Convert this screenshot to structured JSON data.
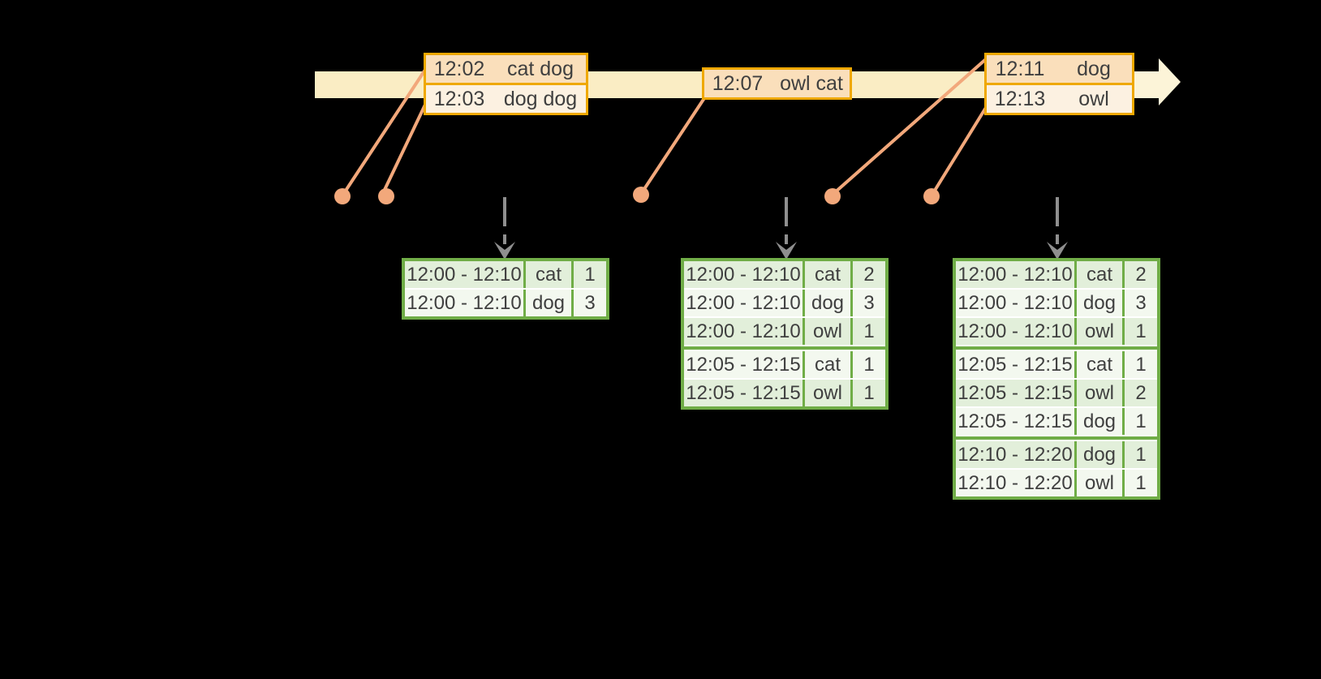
{
  "canvas": {
    "background": "#000000"
  },
  "colors": {
    "timeline_band": "#FAEDC4",
    "timeline_head": "#FCF4D8",
    "event_table_border": "#EFA800",
    "event_row_peach": "#FADFBB",
    "event_row_cream": "#FCF1E1",
    "event_marker": "#F2A87B",
    "result_table_border": "#70AD47",
    "result_row_green": "#E2EFDA",
    "result_row_white": "#F3F8EF",
    "trigger_arrow": "#8F8F8F",
    "text": "#3F3F3F"
  },
  "timeline": {
    "event_tables": [
      {
        "rows": [
          {
            "time": "12:02",
            "words": "cat dog"
          },
          {
            "time": "12:03",
            "words": "dog dog"
          }
        ]
      },
      {
        "rows": [
          {
            "time": "12:07",
            "words": "owl cat"
          }
        ]
      },
      {
        "rows": [
          {
            "time": "12:11",
            "words": "dog"
          },
          {
            "time": "12:13",
            "words": "owl"
          }
        ]
      }
    ]
  },
  "result_tables": [
    {
      "rows": [
        {
          "window": "12:00 - 12:10",
          "word": "cat",
          "count": "1"
        },
        {
          "window": "12:00 - 12:10",
          "word": "dog",
          "count": "3"
        }
      ]
    },
    {
      "rows": [
        {
          "window": "12:00 - 12:10",
          "word": "cat",
          "count": "2"
        },
        {
          "window": "12:00 - 12:10",
          "word": "dog",
          "count": "3"
        },
        {
          "window": "12:00 - 12:10",
          "word": "owl",
          "count": "1"
        },
        {
          "window": "12:05 - 12:15",
          "word": "cat",
          "count": "1"
        },
        {
          "window": "12:05 - 12:15",
          "word": "owl",
          "count": "1"
        }
      ]
    },
    {
      "rows": [
        {
          "window": "12:00 - 12:10",
          "word": "cat",
          "count": "2"
        },
        {
          "window": "12:00 - 12:10",
          "word": "dog",
          "count": "3"
        },
        {
          "window": "12:00 - 12:10",
          "word": "owl",
          "count": "1"
        },
        {
          "window": "12:05 - 12:15",
          "word": "cat",
          "count": "1"
        },
        {
          "window": "12:05 - 12:15",
          "word": "owl",
          "count": "2"
        },
        {
          "window": "12:05 - 12:15",
          "word": "dog",
          "count": "1"
        },
        {
          "window": "12:10 - 12:20",
          "word": "dog",
          "count": "1"
        },
        {
          "window": "12:10 - 12:20",
          "word": "owl",
          "count": "1"
        }
      ]
    }
  ]
}
